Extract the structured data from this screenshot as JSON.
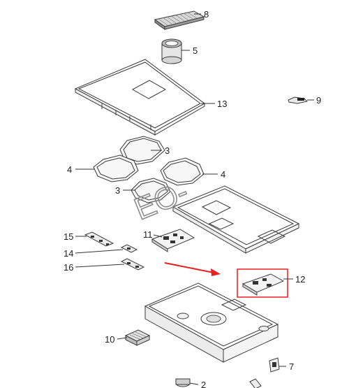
{
  "diagram": {
    "parts": [
      {
        "id": "p8",
        "label": "8"
      },
      {
        "id": "p5",
        "label": "5"
      },
      {
        "id": "p13",
        "label": "13"
      },
      {
        "id": "p9",
        "label": "9"
      },
      {
        "id": "p3a",
        "label": "3"
      },
      {
        "id": "p4a",
        "label": "4"
      },
      {
        "id": "p4b",
        "label": "4"
      },
      {
        "id": "p3b",
        "label": "3"
      },
      {
        "id": "p15",
        "label": "15"
      },
      {
        "id": "p11",
        "label": "11"
      },
      {
        "id": "p14",
        "label": "14"
      },
      {
        "id": "p16",
        "label": "16"
      },
      {
        "id": "p12",
        "label": "12"
      },
      {
        "id": "p10",
        "label": "10"
      },
      {
        "id": "p7",
        "label": "7"
      },
      {
        "id": "p2",
        "label": "2"
      }
    ],
    "watermark": "EO-",
    "highlight": {
      "target": "12",
      "arrow_color": "#e8201f",
      "box_color": "#e8201f"
    }
  }
}
